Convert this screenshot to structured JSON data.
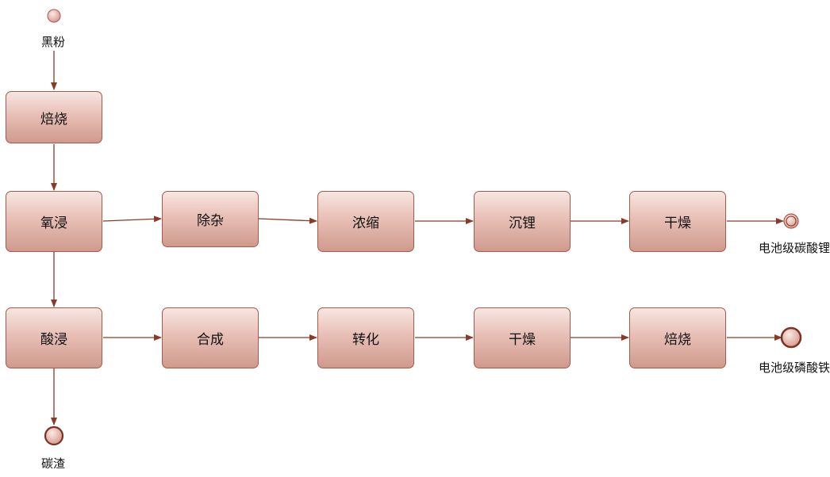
{
  "colors": {
    "stroke": "#a9584a",
    "arrow": "#8a3a28"
  },
  "nodes": {
    "start": "黑粉",
    "roast1": "焙烧",
    "oxy_leach": "氧浸",
    "impurity": "除杂",
    "concentrate": "浓缩",
    "precip_li": "沉锂",
    "dry1": "干燥",
    "li_product": "电池级碳酸锂",
    "acid_leach": "酸浸",
    "synthesis": "合成",
    "transform": "转化",
    "dry2": "干燥",
    "roast2": "焙烧",
    "fe_product": "电池级磷酸铁",
    "residue": "碳渣"
  }
}
